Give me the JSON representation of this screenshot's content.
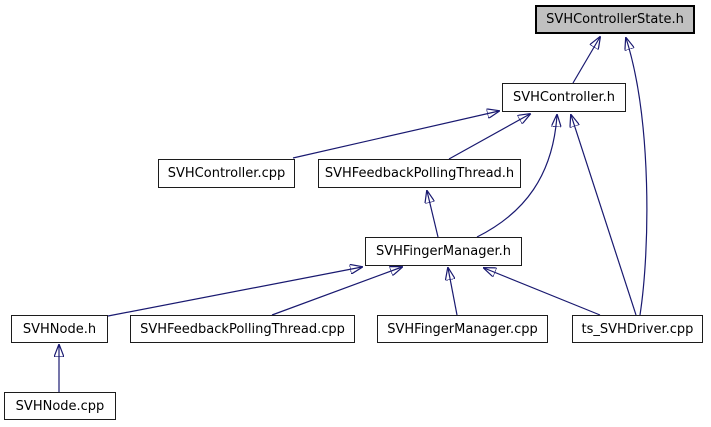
{
  "graph": {
    "kind": "include-dependency-graph",
    "highlighted_node": "SVHControllerState.h",
    "nodes": [
      {
        "id": "SVHControllerState.h",
        "label": "SVHControllerState.h",
        "highlighted": true
      },
      {
        "id": "SVHController.h",
        "label": "SVHController.h",
        "highlighted": false
      },
      {
        "id": "SVHController.cpp",
        "label": "SVHController.cpp",
        "highlighted": false
      },
      {
        "id": "SVHFeedbackPollingThread.h",
        "label": "SVHFeedbackPollingThread.h",
        "highlighted": false
      },
      {
        "id": "SVHFingerManager.h",
        "label": "SVHFingerManager.h",
        "highlighted": false
      },
      {
        "id": "SVHNode.h",
        "label": "SVHNode.h",
        "highlighted": false
      },
      {
        "id": "SVHFeedbackPollingThread.cpp",
        "label": "SVHFeedbackPollingThread.cpp",
        "highlighted": false
      },
      {
        "id": "SVHFingerManager.cpp",
        "label": "SVHFingerManager.cpp",
        "highlighted": false
      },
      {
        "id": "ts_SVHDriver.cpp",
        "label": "ts_SVHDriver.cpp",
        "highlighted": false
      },
      {
        "id": "SVHNode.cpp",
        "label": "SVHNode.cpp",
        "highlighted": false
      }
    ],
    "edges": [
      {
        "from": "SVHController.h",
        "to": "SVHControllerState.h"
      },
      {
        "from": "ts_SVHDriver.cpp",
        "to": "SVHControllerState.h"
      },
      {
        "from": "SVHController.cpp",
        "to": "SVHController.h"
      },
      {
        "from": "SVHFeedbackPollingThread.h",
        "to": "SVHController.h"
      },
      {
        "from": "SVHFingerManager.h",
        "to": "SVHController.h"
      },
      {
        "from": "ts_SVHDriver.cpp",
        "to": "SVHController.h"
      },
      {
        "from": "SVHFingerManager.h",
        "to": "SVHFeedbackPollingThread.h"
      },
      {
        "from": "SVHNode.h",
        "to": "SVHFingerManager.h"
      },
      {
        "from": "SVHFeedbackPollingThread.cpp",
        "to": "SVHFingerManager.h"
      },
      {
        "from": "SVHFingerManager.cpp",
        "to": "SVHFingerManager.h"
      },
      {
        "from": "ts_SVHDriver.cpp",
        "to": "SVHFingerManager.h"
      },
      {
        "from": "SVHNode.cpp",
        "to": "SVHNode.h"
      }
    ],
    "colors": {
      "edge": "#191970",
      "node_fill": "#ffffff",
      "node_border": "#000000",
      "highlight_fill": "#c0c0c0",
      "text": "#000000",
      "background": "#ffffff"
    }
  }
}
